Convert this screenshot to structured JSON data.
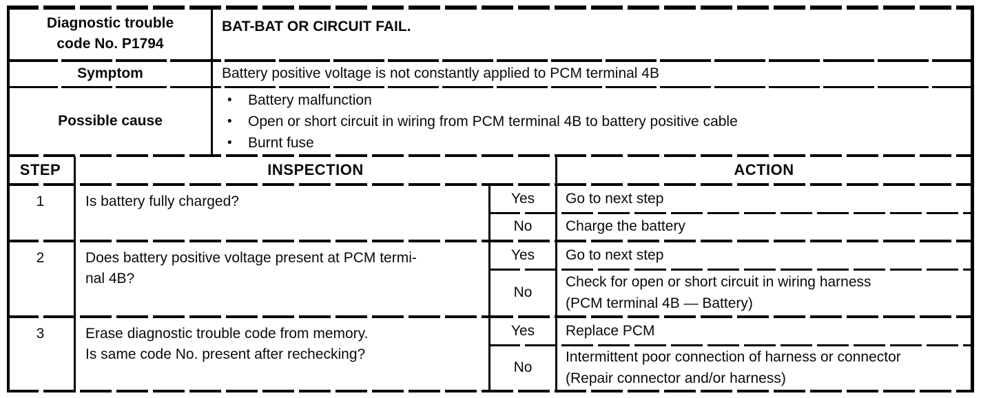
{
  "page": {
    "paper_color": "#ffffff",
    "ink_color": "#000000"
  },
  "dtc_table": {
    "code_label": "Diagnostic trouble\ncode No. P1794",
    "code_title": "BAT-BAT OR CIRCUIT FAIL.",
    "symptom_label": "Symptom",
    "symptom_text": "Battery positive voltage is not constantly applied to PCM terminal 4B",
    "cause_label": "Possible cause",
    "bullet": "•",
    "causes": [
      "Battery malfunction",
      "Open or short circuit in wiring from PCM terminal 4B to battery positive cable",
      "Burnt fuse"
    ],
    "columns": {
      "step": "STEP",
      "inspection": "INSPECTION",
      "action": "ACTION"
    },
    "steps": [
      {
        "step": "1",
        "inspection": "Is battery fully charged?",
        "results": [
          {
            "answer": "Yes",
            "action": "Go to next step"
          },
          {
            "answer": "No",
            "action": "Charge the battery"
          }
        ]
      },
      {
        "step": "2",
        "inspection": "Does battery positive voltage present at PCM termi-\nnal 4B?",
        "results": [
          {
            "answer": "Yes",
            "action": "Go to next step"
          },
          {
            "answer": "No",
            "action": "Check for open or short circuit in wiring harness\n(PCM terminal 4B — Battery)"
          }
        ]
      },
      {
        "step": "3",
        "inspection": "Erase diagnostic trouble code from memory.\nIs same code No. present after rechecking?",
        "results": [
          {
            "answer": "Yes",
            "action": "Replace PCM"
          },
          {
            "answer": "No",
            "action": "Intermittent poor connection of harness or connector\n(Repair connector and/or harness)"
          }
        ]
      }
    ]
  }
}
